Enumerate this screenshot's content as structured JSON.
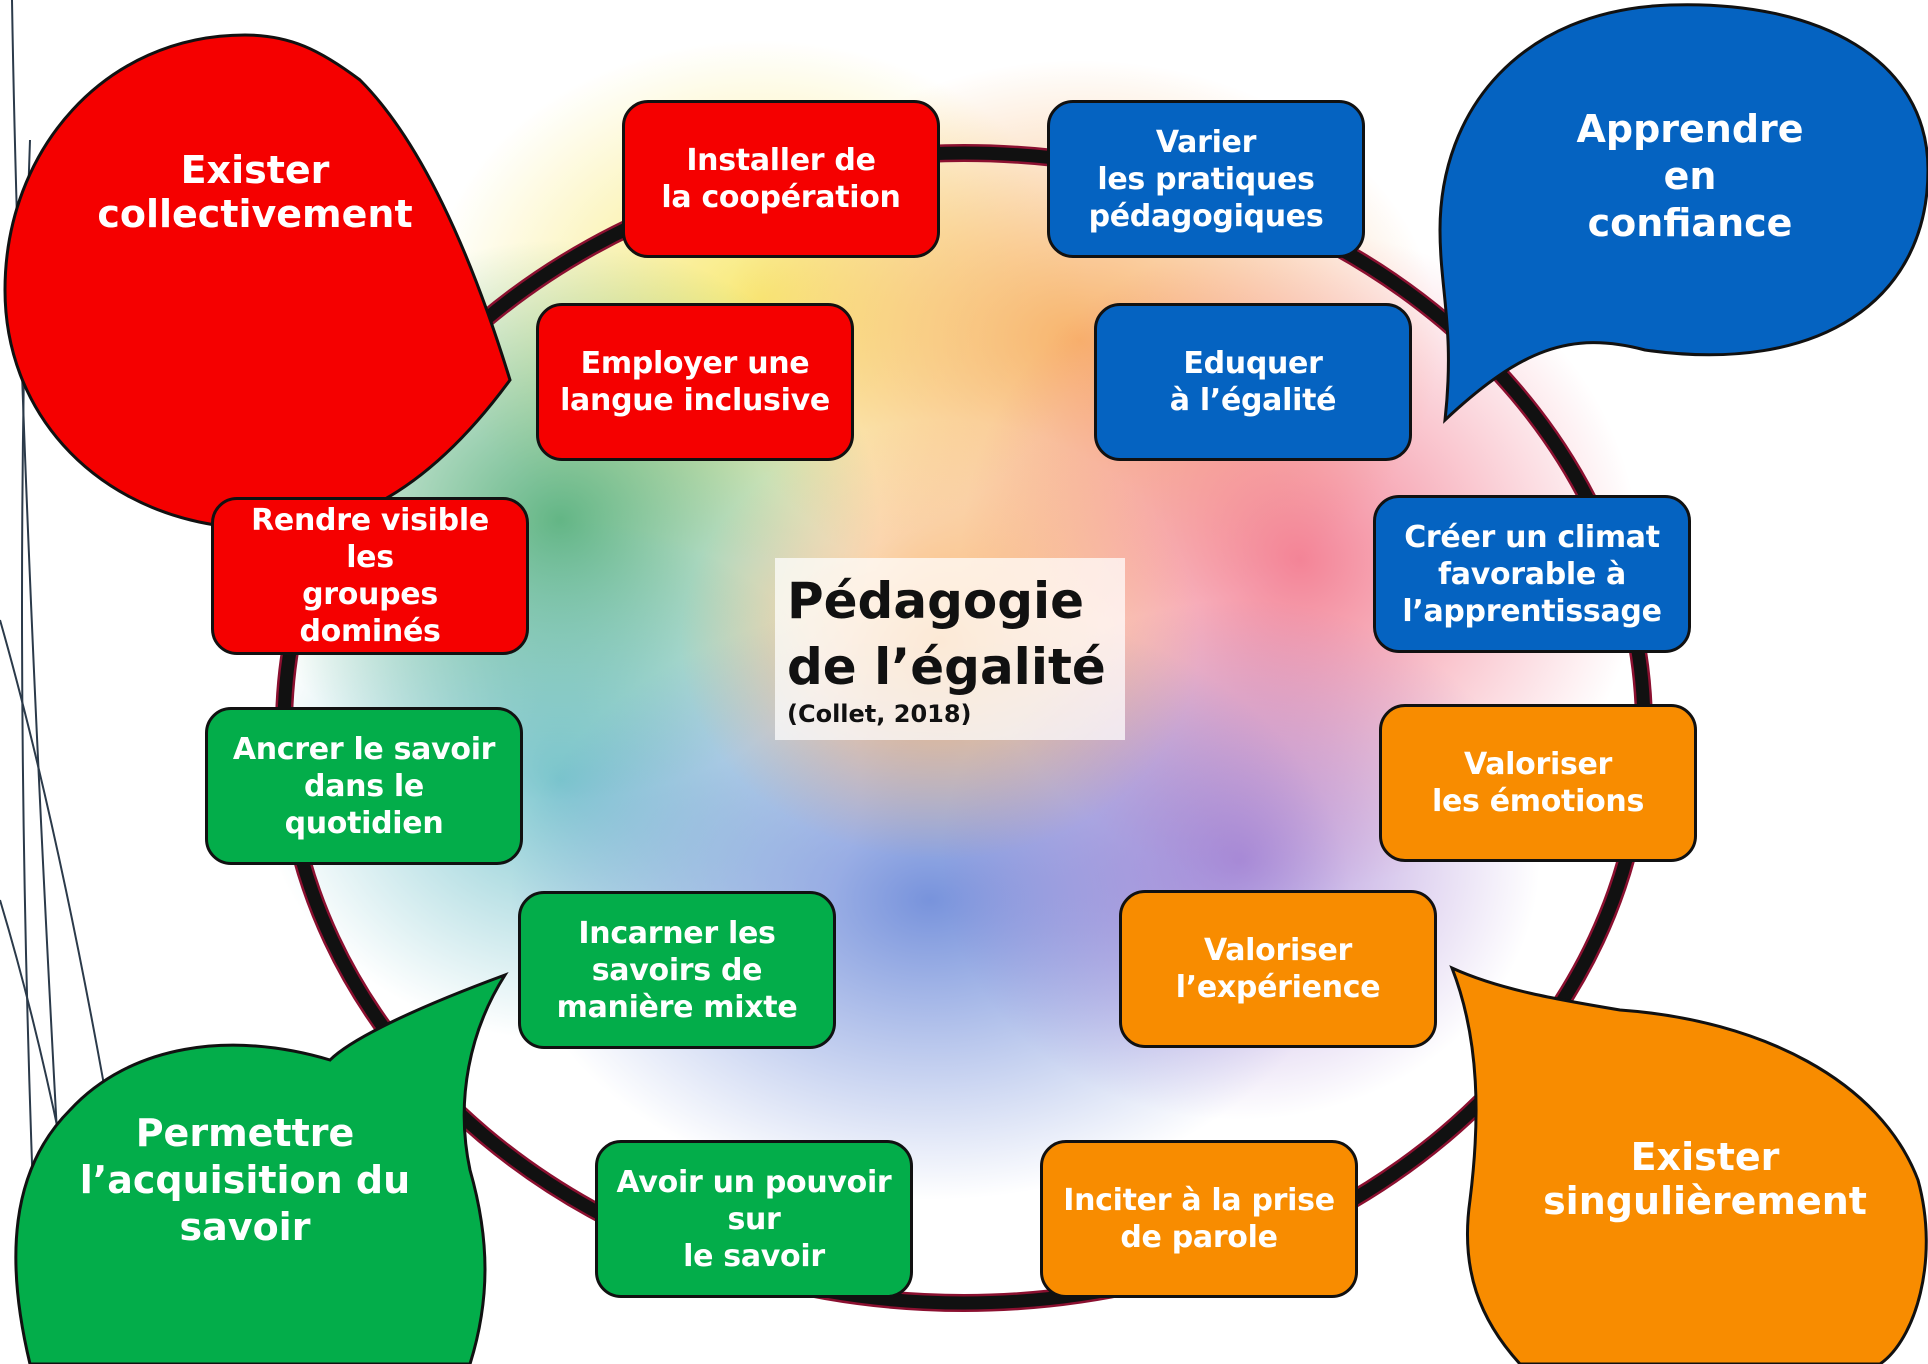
{
  "colors": {
    "red": "#f50000",
    "blue": "#0563c1",
    "green": "#03ad4a",
    "orange": "#f88c00",
    "ring": "#111111"
  },
  "center": {
    "title": "Pédagogie\nde l’égalité",
    "citation": "(Collet, 2018)"
  },
  "bubbles": {
    "top_left": "Exister\ncollectivement",
    "top_right": "Apprendre\nen\nconfiance",
    "bottom_left": "Permettre\nl’acquisition du\nsavoir",
    "bottom_right": "Exister\nsingulièrement"
  },
  "boxes": {
    "installer": "Installer de\nla coopération",
    "employer": "Employer une\nlangue inclusive",
    "rendre": "Rendre visible les\ngroupes\ndominés",
    "varier": "Varier\nles pratiques\npédagogiques",
    "eduquer": "Eduquer\nà l’égalité",
    "creer": "Créer un climat\nfavorable à\nl’apprentissage",
    "ancrer": "Ancrer le savoir\ndans le\nquotidien",
    "incarner": "Incarner les\nsavoirs de\nmanière mixte",
    "avoir": "Avoir un pouvoir\nsur\nle savoir",
    "valoriser_emotions": "Valoriser\nles émotions",
    "valoriser_experience": "Valoriser\nl’expérience",
    "inciter": "Inciter à la prise\nde parole"
  }
}
